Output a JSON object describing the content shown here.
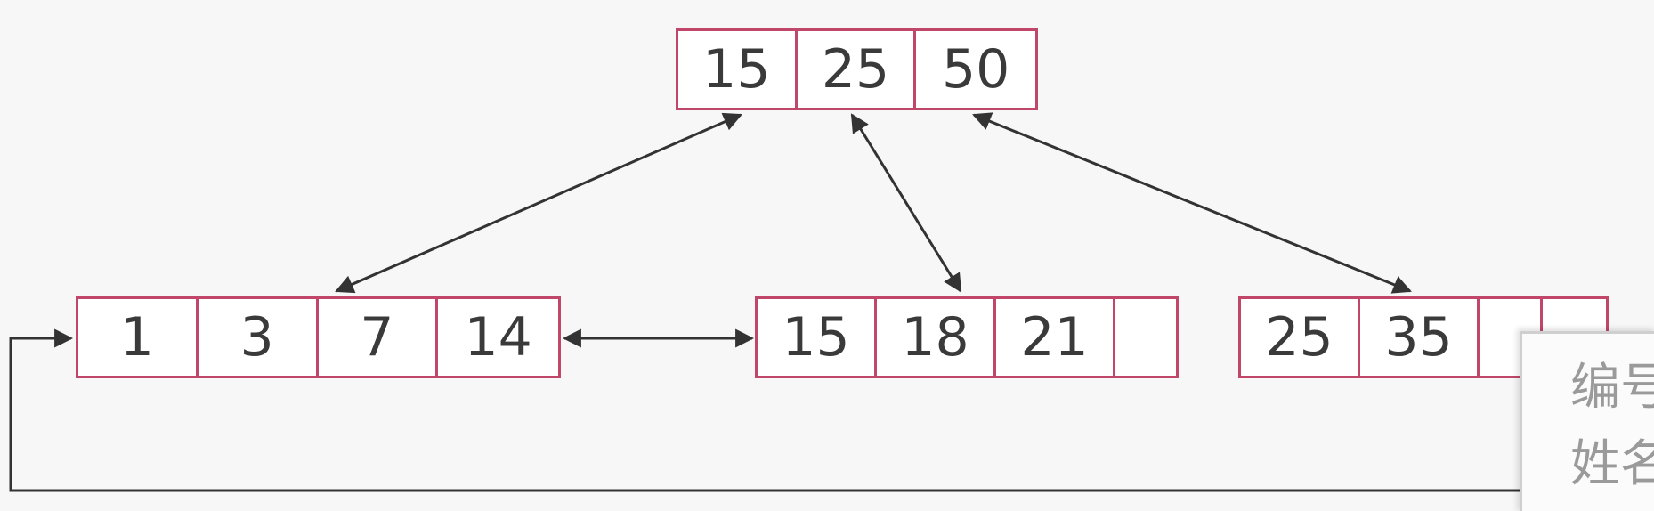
{
  "tree": {
    "root": {
      "keys": [
        "15",
        "25",
        "50"
      ]
    },
    "leaves": [
      {
        "keys": [
          "1",
          "3",
          "7",
          "14"
        ]
      },
      {
        "keys": [
          "15",
          "18",
          "21",
          ""
        ]
      },
      {
        "keys": [
          "25",
          "35",
          "",
          ""
        ]
      }
    ]
  },
  "popup": {
    "line1": "编号",
    "line2": "姓名"
  },
  "colors": {
    "node_border": "#c0476a",
    "arrow": "#333333",
    "background": "#f7f7f7"
  }
}
